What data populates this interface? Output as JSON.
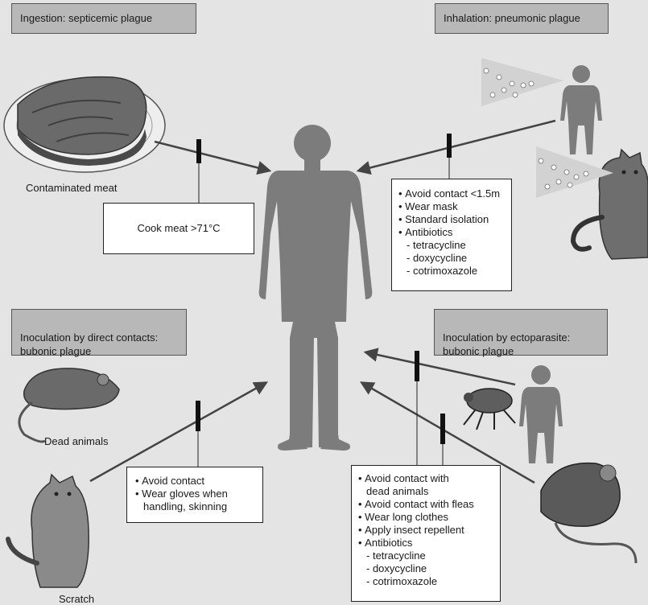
{
  "headers": {
    "ingestion": "Ingestion: septicemic plague",
    "inhalation": "Inhalation: pneumonic plague",
    "direct": "Inoculation by direct contacts:\nbubonic plague",
    "ectoparasite": "Inoculation by ectoparasite:\nbubonic plague"
  },
  "labels": {
    "meat": "Contaminated meat",
    "dead_animals": "Dead animals",
    "scratch": "Scratch"
  },
  "boxes": {
    "ingestion": {
      "text": "Cook meat >71°C"
    },
    "inhalation": {
      "bullets": [
        "Avoid contact <1.5m",
        "Wear mask",
        "Standard isolation",
        "Antibiotics"
      ],
      "subitems": [
        "tetracycline",
        "doxycycline",
        "cotrimoxazole"
      ]
    },
    "direct": {
      "bullet1": "Avoid contact",
      "bullet2_line1": "Wear gloves when",
      "bullet2_line2": "handling, skinning"
    },
    "ectoparasite": {
      "bullet1_line1": "Avoid contact with",
      "bullet1_line2": "dead animals",
      "bullets": [
        "Avoid contact with fleas",
        "Wear long clothes",
        "Apply insect repellent",
        "Antibiotics"
      ],
      "subitems": [
        "tetracycline",
        "doxycycline",
        "cotrimoxazole"
      ]
    }
  }
}
